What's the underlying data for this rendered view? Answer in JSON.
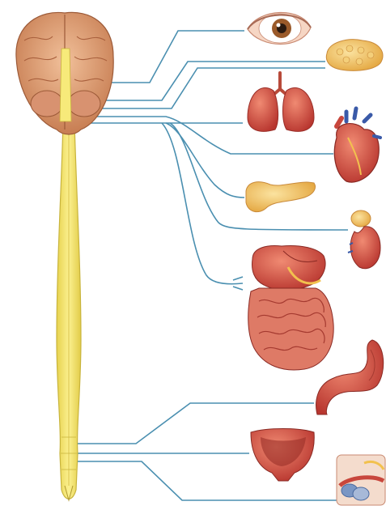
{
  "diagram": {
    "colors": {
      "background": "#ffffff",
      "nerve_line": "#4a8fb0",
      "spinal_cord": "#f3e46a",
      "spinal_cord_outline": "#c8b43c",
      "brain": "#e3a27a",
      "brain_dark": "#b9704a",
      "organ_red": "#c8463c",
      "organ_pink": "#e58a7a",
      "organ_yellow": "#f2c14e"
    },
    "parts": [
      {
        "name": "brain",
        "icon": "brain-icon"
      },
      {
        "name": "spinal-cord",
        "icon": "spinal-cord-icon"
      },
      {
        "name": "eye",
        "icon": "eye-icon"
      },
      {
        "name": "salivary-gland",
        "icon": "gland-icon"
      },
      {
        "name": "lungs",
        "icon": "lungs-icon"
      },
      {
        "name": "heart",
        "icon": "heart-icon"
      },
      {
        "name": "pancreas",
        "icon": "pancreas-icon"
      },
      {
        "name": "kidney",
        "icon": "kidney-icon"
      },
      {
        "name": "stomach-intestines",
        "icon": "intestines-icon"
      },
      {
        "name": "colon",
        "icon": "colon-icon"
      },
      {
        "name": "bladder",
        "icon": "bladder-icon"
      },
      {
        "name": "reproductive-organs",
        "icon": "reproductive-icon"
      }
    ]
  }
}
